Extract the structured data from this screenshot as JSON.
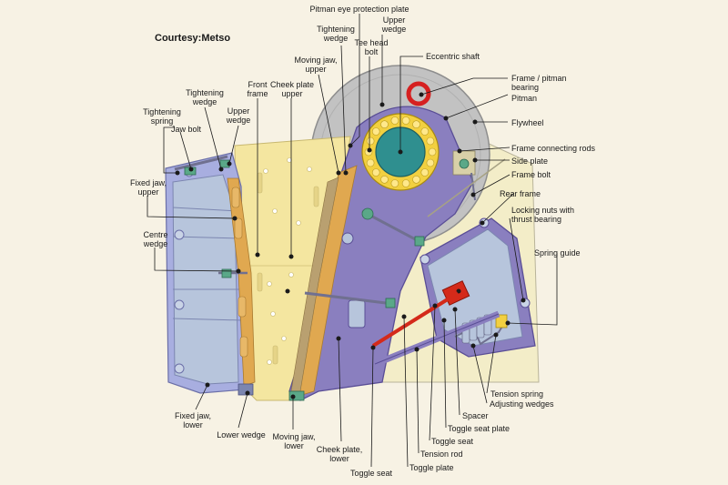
{
  "credit": "Courtesy:Metso",
  "labels": {
    "pitman_eye_protection_plate": "Pitman eye protection plate",
    "upper_wedge_top_1": "Upper",
    "upper_wedge_top_2": "wedge",
    "tightening_wedge_top_1": "Tightening",
    "tightening_wedge_top_2": "wedge",
    "tee_head_bolt_1": "Tee head",
    "tee_head_bolt_2": "bolt",
    "eccentric_shaft": "Eccentric shaft",
    "moving_jaw_upper_1": "Moving jaw,",
    "moving_jaw_upper_2": "upper",
    "front_frame_1": "Front",
    "front_frame_2": "frame",
    "cheek_plate_upper_1": "Cheek plate",
    "cheek_plate_upper_2": "upper",
    "frame_pitman_bearing_1": "Frame / pitman",
    "frame_pitman_bearing_2": "bearing",
    "pitman": "Pitman",
    "flywheel": "Flywheel",
    "tightening_wedge_left_1": "Tightening",
    "tightening_wedge_left_2": "wedge",
    "upper_wedge_left_1": "Upper",
    "upper_wedge_left_2": "wedge",
    "tightening_spring_1": "Tightening",
    "tightening_spring_2": "spring",
    "jaw_bolt": "Jaw bolt",
    "frame_connecting_rods": "Frame connecting rods",
    "side_plate": "Side plate",
    "frame_bolt": "Frame bolt",
    "fixed_jaw_upper_1": "Fixed jaw,",
    "fixed_jaw_upper_2": "upper",
    "rear_frame": "Rear frame",
    "locking_nuts_1": "Locking nuts with",
    "locking_nuts_2": "thrust bearing",
    "centre_wedge_1": "Centre",
    "centre_wedge_2": "wedge",
    "spring_guide": "Spring guide",
    "tension_spring": "Tension spring",
    "adjusting_wedges": "Adjusting wedges",
    "spacer": "Spacer",
    "toggle_seat_plate": "Toggle seat plate",
    "toggle_seat_right": "Toggle seat",
    "fixed_jaw_lower_1": "Fixed jaw,",
    "fixed_jaw_lower_2": "lower",
    "lower_wedge": "Lower wedge",
    "moving_jaw_lower_1": "Moving jaw,",
    "moving_jaw_lower_2": "lower",
    "cheek_plate_lower_1": "Cheek plate,",
    "cheek_plate_lower_2": "lower",
    "tension_rod": "Tension rod",
    "toggle_seat_bottom": "Toggle seat",
    "toggle_plate": "Toggle plate"
  },
  "colors": {
    "background": "#f7f2e4",
    "flywheel": "#c2c2c2",
    "pitman": "#8a7fbf",
    "frame": "#a8aee0",
    "jaw_plate": "#b7c5dc",
    "cheek_plate": "#f4e6a0",
    "wedge": "#e0a850",
    "eccentric_shaft": "#2f8f8f",
    "bearing": "#f2d040",
    "pitman_eye_plate": "#d62020",
    "toggle_plate": "#d42a1a",
    "leader": "#1a1a1a",
    "text": "#1a1a1a"
  }
}
